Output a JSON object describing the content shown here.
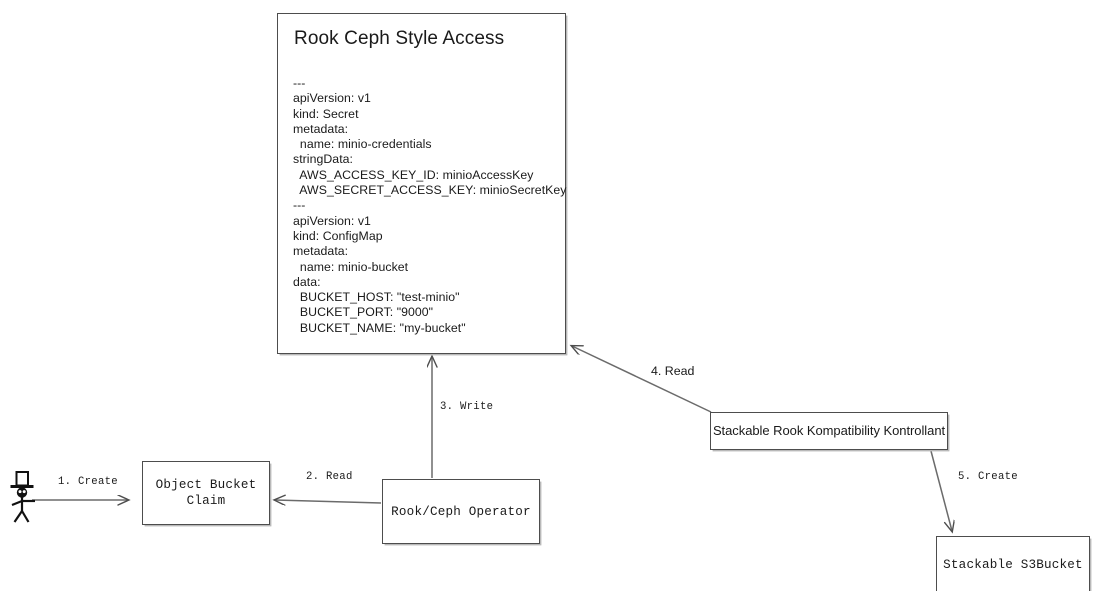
{
  "diagram": {
    "title": "Rook Ceph Style Access",
    "background_color": "#ffffff",
    "stroke_color": "#4d4d4d",
    "text_color": "#1a1a1a"
  },
  "yaml_card": {
    "title": "Rook Ceph Style Access",
    "body": "---\napiVersion: v1\nkind: Secret\nmetadata:\n  name: minio-credentials\nstringData:\n  AWS_ACCESS_KEY_ID: minioAccessKey\n  AWS_SECRET_ACCESS_KEY: minioSecretKey\n---\napiVersion: v1\nkind: ConfigMap\nmetadata:\n  name: minio-bucket\ndata:\n  BUCKET_HOST: \"test-minio\"\n  BUCKET_PORT: \"9000\"\n  BUCKET_NAME: \"my-bucket\""
  },
  "nodes": {
    "actor": {
      "label": "",
      "icon": "stick-figure-with-top-hat-icon"
    },
    "object_bucket_claim": {
      "label": "Object Bucket\nClaim"
    },
    "rook_ceph_operator": {
      "label": "Rook/Ceph Operator"
    },
    "srkk": {
      "label": "Stackable Rook Kompatibility Kontrollant"
    },
    "s3bucket": {
      "label": "Stackable S3Bucket"
    }
  },
  "edges": [
    {
      "id": "edge-1",
      "label": "1. Create",
      "from": "actor",
      "to": "object_bucket_claim"
    },
    {
      "id": "edge-2",
      "label": "2. Read",
      "from": "rook_ceph_operator",
      "to": "object_bucket_claim"
    },
    {
      "id": "edge-3",
      "label": "3. Write",
      "from": "rook_ceph_operator",
      "to": "yaml_card"
    },
    {
      "id": "edge-4",
      "label": "4. Read",
      "from": "srkk",
      "to": "yaml_card"
    },
    {
      "id": "edge-5",
      "label": "5. Create",
      "from": "srkk",
      "to": "s3bucket"
    }
  ]
}
